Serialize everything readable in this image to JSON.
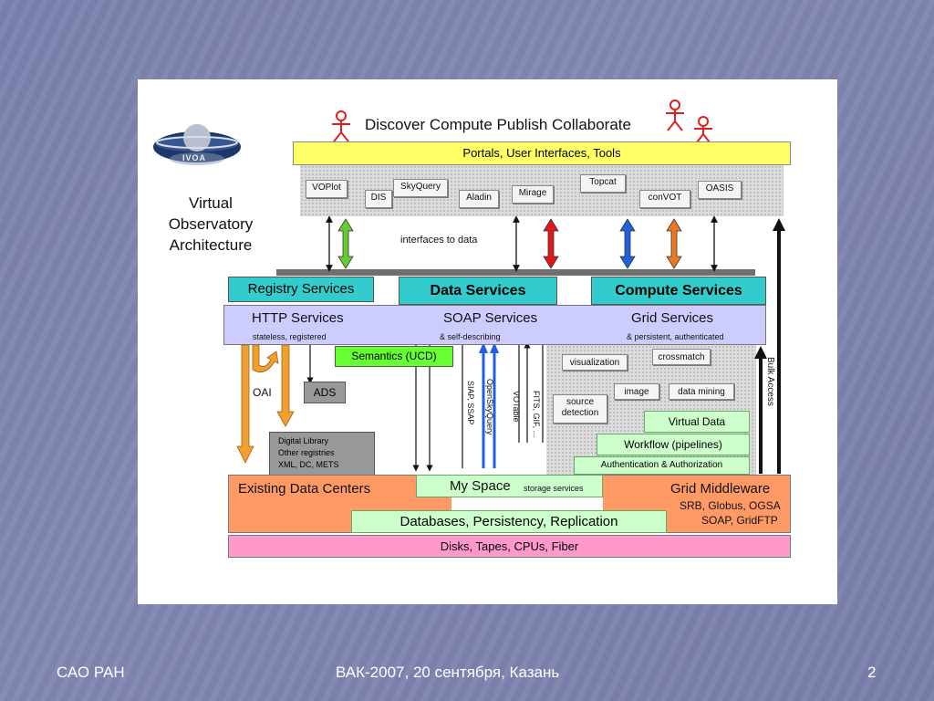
{
  "slide": {
    "footer_left": "САО РАН",
    "footer_center": "ВАК-2007, 20 сентября, Казань",
    "page_number": "2"
  },
  "colors": {
    "background": "#7c82ae",
    "portals": "#ffff66",
    "services_header": "#33cccc",
    "protocol_bar": "#ccccff",
    "semantics": "#66ff33",
    "data_centers": "#ff9966",
    "light_green": "#ccffcc",
    "disks": "#ff99cc",
    "arrow_green": "#66cc33",
    "arrow_red": "#e01818",
    "arrow_blue": "#2060e0",
    "arrow_orange": "#ee7722",
    "arrow_tan": "#f0a030"
  },
  "diagram": {
    "logo_text": "IVOA",
    "architecture_title": [
      "Virtual",
      "Observatory",
      "Architecture"
    ],
    "headline": "Discover Compute Publish Collaborate",
    "portals_bar": "Portals, User Interfaces, Tools",
    "tools": [
      "VOPlot",
      "DIS",
      "SkyQuery",
      "Aladin",
      "Mirage",
      "Topcat",
      "conVOT",
      "OASIS"
    ],
    "interfaces_label": "interfaces to data",
    "registry_services": "Registry Services",
    "data_services": "Data Services",
    "compute_services": "Compute Services",
    "protocols": {
      "http": "HTTP Services",
      "soap": "SOAP Services",
      "grid": "Grid Services",
      "http_sub": "stateless, registered",
      "soap_sub": "& self-describing",
      "grid_sub": "& persistent, authenticated"
    },
    "semantics": "Semantics (UCD)",
    "oai": "OAI",
    "ads": "ADS",
    "digital_library": [
      "Digital Library",
      "Other registries",
      "XML, DC, METS"
    ],
    "vertical_labels": [
      "SIAP, SSAP",
      "OpenSkyQuery",
      "VOTable",
      "FITS, GIF, ..."
    ],
    "compute_tools": {
      "visualization": "visualization",
      "crossmatch": "crossmatch",
      "image": "image",
      "data_mining": "data mining",
      "source_detection": [
        "source",
        "detection"
      ]
    },
    "bulk_access": "Bulk Access",
    "virtual_data": "Virtual Data",
    "workflow": "Workflow (pipelines)",
    "auth": "Authentication & Authorization",
    "existing_data_centers": "Existing Data Centers",
    "my_space": "My Space",
    "my_space_sub": "storage services",
    "grid_middleware": "Grid Middleware",
    "grid_middleware_lines": [
      "SRB, Globus, OGSA",
      "SOAP, GridFTP"
    ],
    "databases": "Databases, Persistency, Replication",
    "disks": "Disks, Tapes, CPUs, Fiber"
  }
}
